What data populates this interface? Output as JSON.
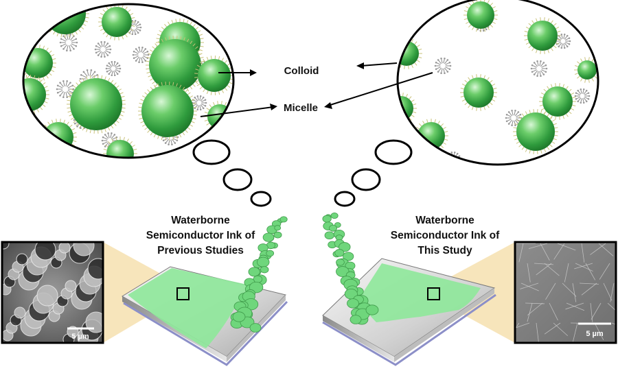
{
  "labels": {
    "colloid": "Colloid",
    "micelle": "Micelle"
  },
  "panels": {
    "left": {
      "title_lines": [
        "Waterborne",
        "Semiconductor Ink of",
        "Previous Studies"
      ],
      "scale_bar": "5 µm"
    },
    "right": {
      "title_lines": [
        "Waterborne",
        "Semiconductor Ink of",
        "This Study"
      ],
      "scale_bar": "5 µm"
    }
  },
  "colors": {
    "particle_green": "#3fae4f",
    "ink_green": "#7fe08a",
    "outline": "#000000",
    "highlight_beam": "#f6e2b4",
    "substrate_edge": "#8c8fc8"
  }
}
